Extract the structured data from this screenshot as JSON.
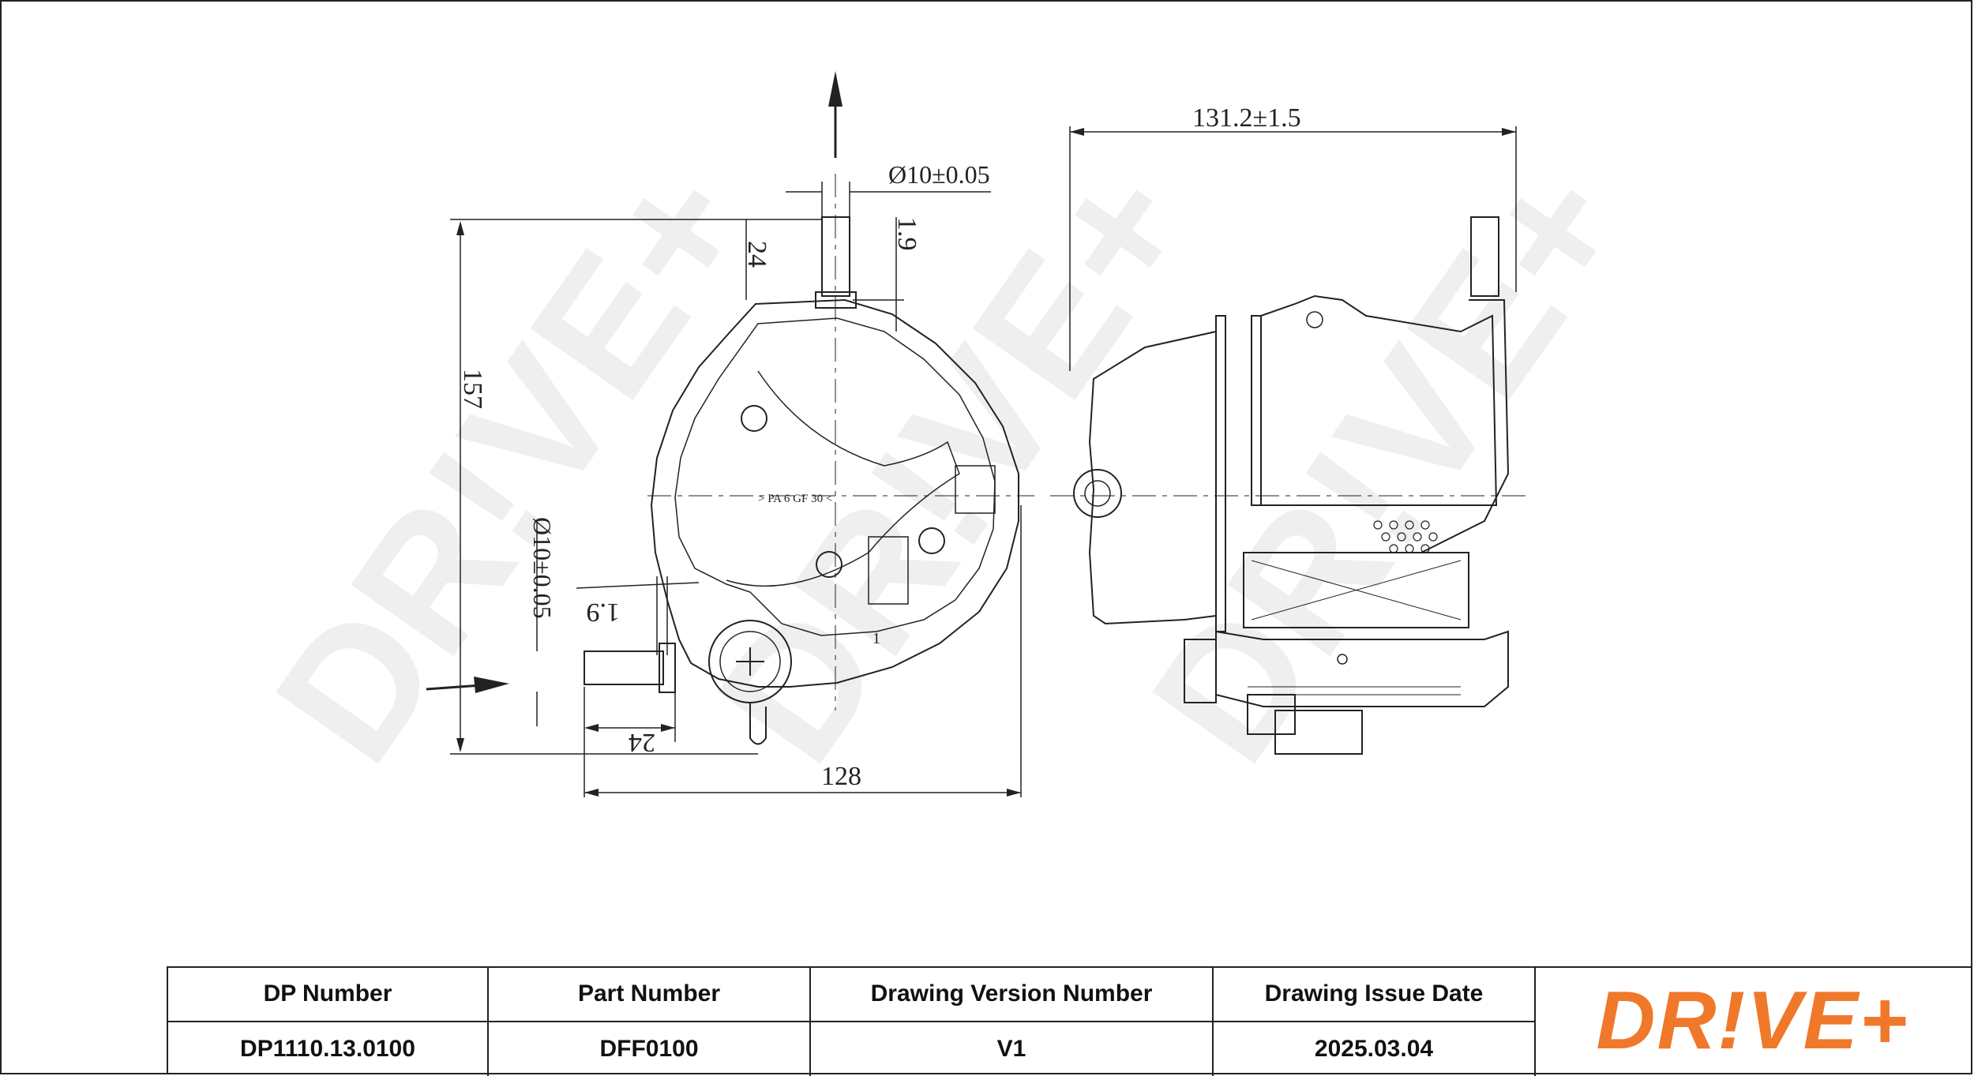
{
  "drawing": {
    "dimensions": {
      "top_diameter": "Ø10±0.05",
      "top_wall": "1.9",
      "top_stub": "24",
      "overall_height": "157",
      "side_diameter": "Ø10±0.05",
      "side_wall": "1.9",
      "side_stub": "24",
      "front_width": "128",
      "side_length": "131.2±1.5"
    },
    "part_markings": {
      "material": "> PA 6 GF 30 <",
      "number_mark": "1"
    },
    "watermark": "DR!VE+"
  },
  "title_block": {
    "headers": [
      "DP Number",
      "Part Number",
      "Drawing Version Number",
      "Drawing Issue Date"
    ],
    "values": [
      "DP1110.13.0100",
      "DFF0100",
      "V1",
      "2025.03.04"
    ]
  },
  "logo": {
    "text": "DR!VE+",
    "color": "#f0782a"
  }
}
